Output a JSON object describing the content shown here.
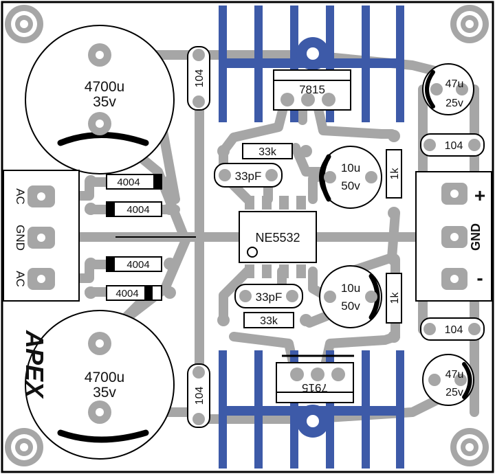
{
  "colors": {
    "trace": "#a6a6a6",
    "heatsink": "#3d5aa8",
    "outline": "#000000",
    "background": "#ffffff"
  },
  "capacitors": {
    "c1_value": "4700u",
    "c1_voltage": "35v",
    "c2_value": "4700u",
    "c2_voltage": "35v",
    "c3_value": "47u",
    "c3_voltage": "25v",
    "c4_value": "47u",
    "c4_voltage": "25v",
    "c5_value": "10u",
    "c5_voltage": "50v",
    "c6_value": "10u",
    "c6_voltage": "50v"
  },
  "small_caps": {
    "left_top": "104",
    "left_bottom": "104",
    "right_top": "104",
    "right_bottom": "104",
    "pf_top": "33pF",
    "pf_bottom": "33pF"
  },
  "diodes": [
    "4004",
    "4004",
    "4004",
    "4004"
  ],
  "resistors": {
    "r_top": "33k",
    "r_bottom": "33k",
    "r_1k_top": "1k",
    "r_1k_bottom": "1k"
  },
  "regulators": {
    "top": "7815",
    "bottom": "7915"
  },
  "ic": {
    "label": "NE5532"
  },
  "input_connector": {
    "pins": [
      "AC",
      "GND",
      "AC"
    ]
  },
  "output_connector": {
    "pins": [
      "+",
      "GND",
      "-"
    ]
  },
  "brand": "APEX"
}
